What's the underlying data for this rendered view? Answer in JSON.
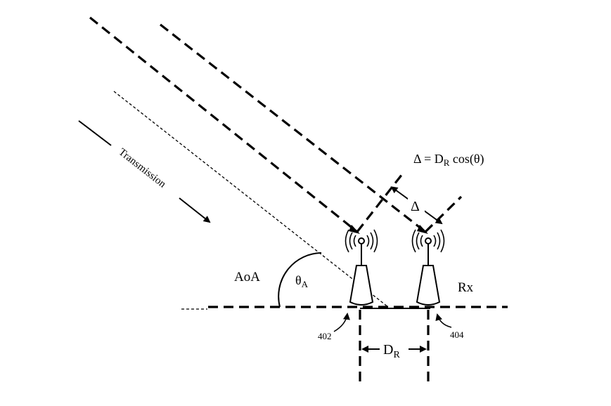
{
  "labels": {
    "transmission": "Transmission",
    "delta_formula_lhs": "Δ = D",
    "delta_formula_sub": "R",
    "delta_formula_rhs": " cos(θ)",
    "delta": "Δ",
    "aoa": "AoA",
    "theta": "θ",
    "theta_sub": "A",
    "rx": "Rx",
    "ref_402": "402",
    "ref_404": "404",
    "dr": "D",
    "dr_sub": "R"
  },
  "colors": {
    "stroke": "#000000",
    "background": "#ffffff"
  }
}
